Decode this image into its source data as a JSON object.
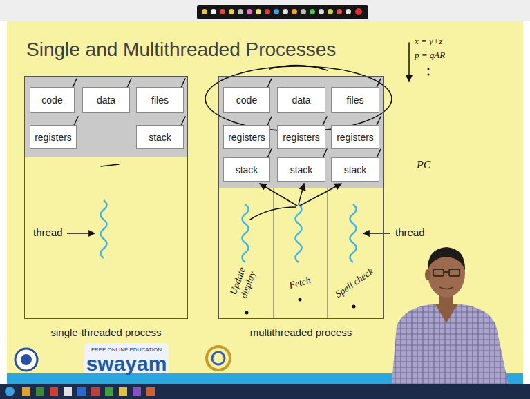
{
  "diagram": {
    "title": "Single and Multithreaded Processes",
    "nodes": [
      {
        "text": [
          "single-threaded process"
        ]
      },
      {
        "text": [
          "code"
        ],
        "in": 0
      },
      {
        "text": [
          "data"
        ],
        "in": 0
      },
      {
        "text": [
          "files"
        ],
        "in": 0
      },
      {
        "text": [
          "registers"
        ],
        "in": 0
      },
      {
        "text": [
          "stack"
        ],
        "in": 0
      },
      {
        "text": [
          "multithreaded process"
        ]
      },
      {
        "text": [
          "code"
        ],
        "in": 6
      },
      {
        "text": [
          "data"
        ],
        "in": 6
      },
      {
        "text": [
          "files"
        ],
        "in": 6
      },
      {
        "text": [
          "registers"
        ],
        "in": 6
      },
      {
        "text": [
          "registers"
        ],
        "in": 6
      },
      {
        "text": [
          "registers"
        ],
        "in": 6
      },
      {
        "text": [
          "stack"
        ],
        "in": 6
      },
      {
        "text": [
          "stack"
        ],
        "in": 6
      },
      {
        "text": [
          "stack"
        ],
        "in": 6
      }
    ],
    "labels": [
      "thread",
      "thread",
      "Update display",
      "Fetch",
      "Spell check",
      "x = y+z",
      "p = qAR",
      "PC",
      "FREE ONLINE EDUCATION",
      "swayam"
    ]
  }
}
